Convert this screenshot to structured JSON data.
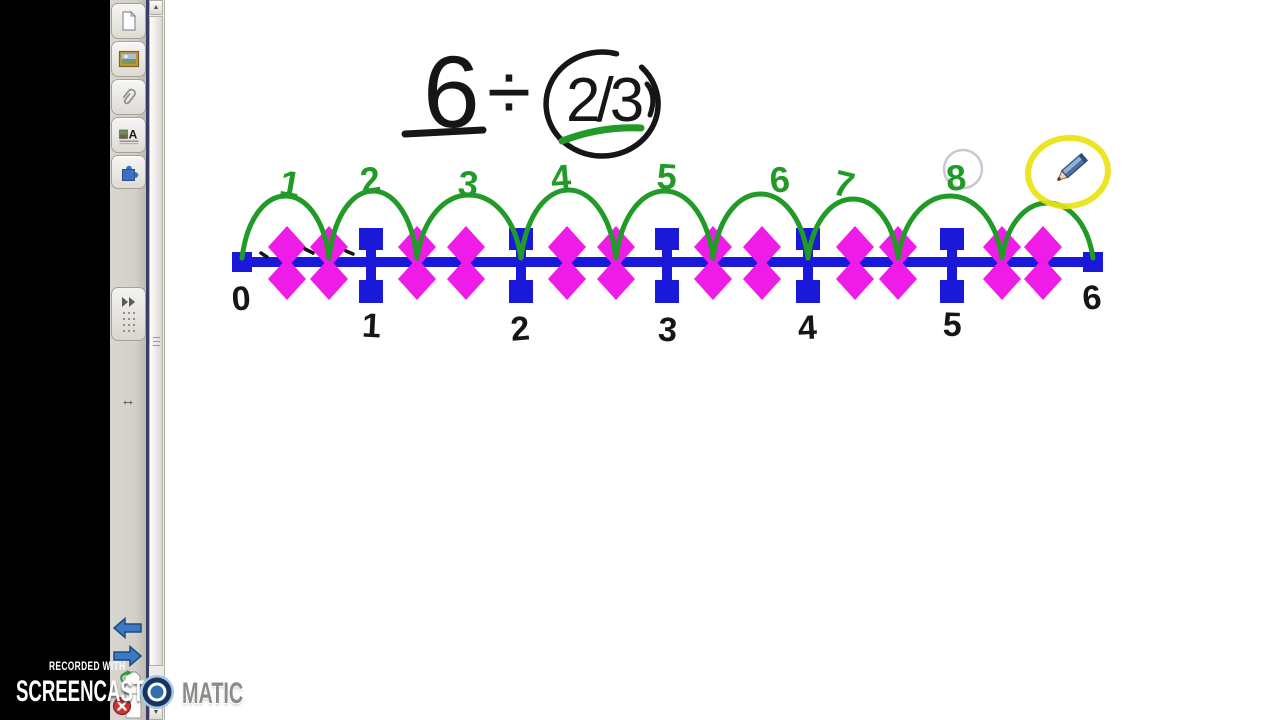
{
  "app": {
    "sidebar": {
      "tabs": [
        {
          "id": "page-sorter",
          "icon": "new-page-icon"
        },
        {
          "id": "gallery",
          "icon": "gallery-picture-icon"
        },
        {
          "id": "attachments",
          "icon": "paperclip-icon"
        },
        {
          "id": "properties",
          "icon": "text-properties-icon"
        },
        {
          "id": "addons",
          "icon": "puzzle-piece-icon"
        }
      ],
      "collapse_glyph": "▸▸",
      "resize_glyph": "↔",
      "nav": {
        "prev": "previous-page",
        "next": "next-page",
        "add": "add-page",
        "delete": "delete-page"
      }
    },
    "scrollbar": {
      "up_glyph": "▲",
      "down_glyph": "▼"
    }
  },
  "board": {
    "expression": {
      "dividend": "6",
      "operator": "÷",
      "divisor": "2/3"
    },
    "numberline": {
      "integer_labels": [
        "0",
        "1",
        "2",
        "3",
        "4",
        "5",
        "6"
      ],
      "arc_labels": [
        "1",
        "2",
        "3",
        "4",
        "5",
        "6",
        "7",
        "8"
      ],
      "arcs_total": 9,
      "jump_size": "2/3",
      "range": [
        0,
        6
      ]
    },
    "overlays": {
      "faint_circle_around_label": "8",
      "highlight_circle": "yellow",
      "cursor": "pencil"
    },
    "colors": {
      "line_blue": "#1a18d9",
      "third_magenta": "#ee1ce6",
      "arc_green": "#219a28",
      "ink_black": "#161616",
      "highlight_yellow": "#e9e312",
      "faint_gray": "#c8c8d4"
    }
  },
  "watermark": {
    "recorded_with": "RECORDED WITH",
    "brand_left": "SCREENCAST",
    "brand_right": "MATIC",
    "logo": "screencast-o-matic-logo"
  }
}
